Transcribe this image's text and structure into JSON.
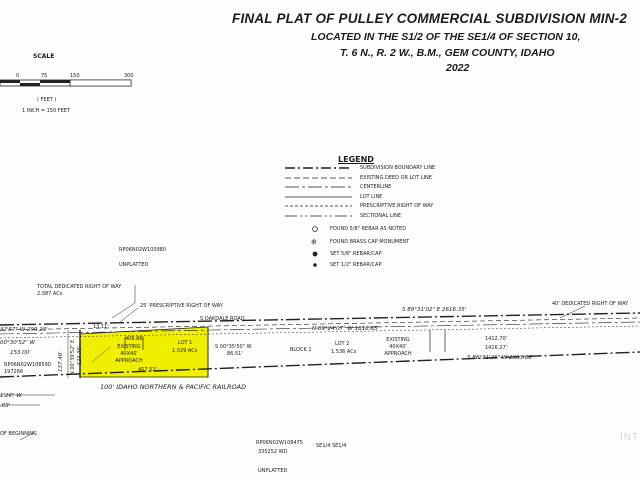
{
  "title": {
    "line1": "FINAL PLAT OF PULLEY COMMERCIAL SUBDIVISION MIN-2",
    "line2": "LOCATED IN THE S1/2 OF THE SE1/4 OF SECTION 10,",
    "line3": "T. 6 N., R. 2 W., B.M., GEM COUNTY, IDAHO",
    "line4": "2022"
  },
  "scale": {
    "label": "SCALE",
    "ticks": [
      "0",
      "75",
      "150",
      "300"
    ],
    "unit": "( FEET )",
    "ratio": "1 INCH = 150 FEET"
  },
  "legend": {
    "title": "LEGEND",
    "items": [
      "SUBDIVISION BOUNDARY LINE",
      "EXISTING DEED OR LOT LINE",
      "CENTERLINE",
      "LOT LINE",
      "PRESCRIPTIVE RIGHT OF WAY",
      "SECTIONAL LINE",
      "FOUND 5/8\" REBAR AS NOTED",
      "FOUND BRASS CAP MONUMENT",
      "SET 5/8\" REBAR/CAP",
      "SET 1/2\" REBAR/CAP"
    ]
  },
  "parcel_north": {
    "id": "RP06N02W103980",
    "status": "UNPLATTED"
  },
  "parcel_south": {
    "id": "RP06N02W108475",
    "deed": "335252 WD",
    "aliquot": "SE1/4 SE1/4",
    "status": "UNPLATTED"
  },
  "row_total": "TOTAL DEDICATED RIGHT OF WAY 2.387 ACs",
  "prescriptive_row": "25' PRESCRIPTIVE RIGHT OF WAY",
  "dedicated_row": "40' DEDICATED RIGHT OF WAY",
  "road": "S OAKDALE ROAD",
  "railroad": "100' IDAHO NORTHERN & PACIFIC RAILROAD",
  "bearings": {
    "north_line": "S 89°31'02\" E  2616.35'",
    "center_line": "N 89°24'07\" W  1818.65'",
    "south_line": "S 86°31'26\" W  2303.86'",
    "west_a": "32'57\" W  299.23'",
    "west_b": "00°30'52\" W",
    "west_c": "153.00'",
    "lot_divider": "S 00°35'50\" W",
    "lot_divider_len": "86.51'",
    "west_vert_len": "137.40'",
    "west_vert_brg": "N 00°39'52\" E",
    "west_vert_len2": "124.30'",
    "sw_a": "1'26\" W",
    "sw_b": ".03'",
    "top_seg1": "13.11'",
    "lot1_top": "408.86'",
    "lot1_bottom": "407.52'",
    "east_a": "1412.70'",
    "east_b": "1416.27'"
  },
  "lot1": {
    "label": "LOT 1",
    "area": "1.029 ACs",
    "approach": "EXISTING 40X40' APPROACH"
  },
  "lot2": {
    "label": "LOT 2",
    "area": "1.536 ACs",
    "approach": "EXISTING 40X40' APPROACH"
  },
  "block": "BLOCK 1",
  "deed_ref_west": "RP06N02W108590",
  "deed_ref_west2": "197266",
  "pob": "OF BEGINNING",
  "watermark": "INTE",
  "colors": {
    "lot1_highlight": "#f1ef00",
    "ink": "#1b1b1b",
    "paper": "#fdfdfb"
  }
}
